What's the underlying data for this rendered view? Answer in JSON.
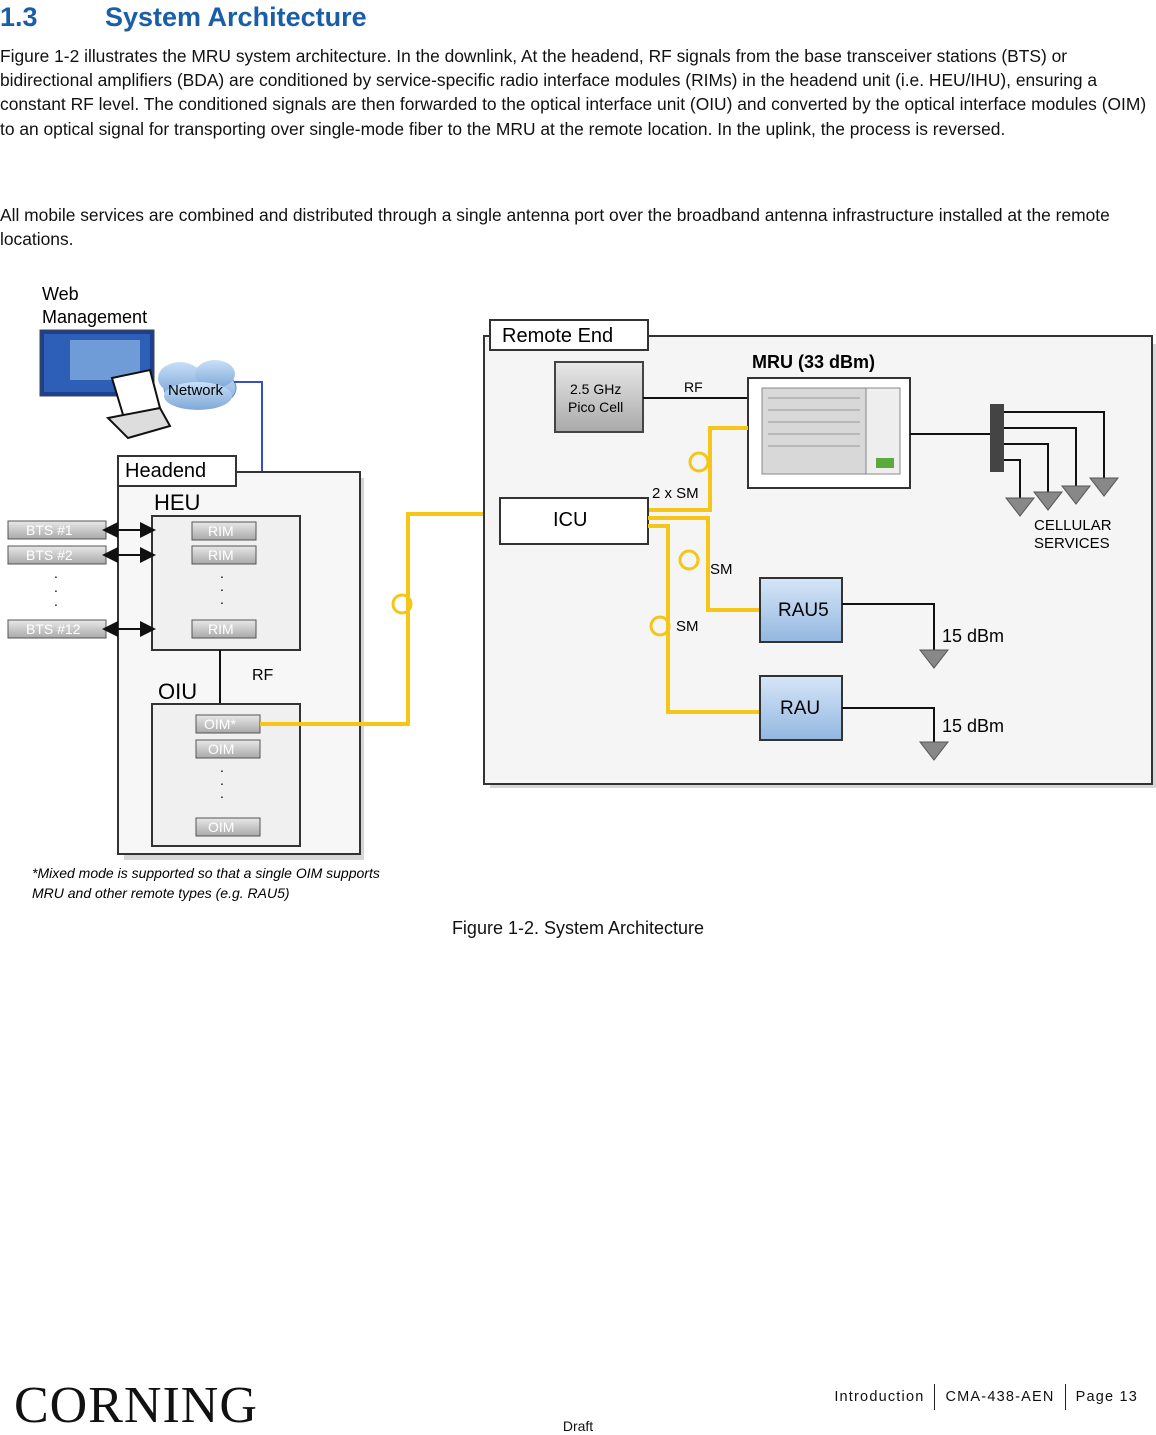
{
  "section": {
    "number": "1.3",
    "title": "System Architecture"
  },
  "paragraphs": {
    "p1": "Figure 1-2 illustrates the MRU system architecture. In the downlink, At the headend, RF signals from the base transceiver stations (BTS) or bidirectional amplifiers (BDA) are conditioned by service-specific radio interface modules (RIMs) in the headend unit (i.e. HEU/IHU), ensuring a constant RF level. The conditioned signals are then forwarded to the optical interface unit (OIU) and converted by the optical interface modules (OIM) to an optical signal for transporting over single-mode fiber to the MRU at the remote location. In the uplink, the process is reversed.",
    "p2": "All mobile services are combined and distributed through a single antenna port over the broadband antenna infrastructure installed at the remote locations."
  },
  "diagram": {
    "web_management_line1": "Web",
    "web_management_line2": "Management",
    "network": "Network",
    "headend": "Headend",
    "heu": "HEU",
    "oiu": "OIU",
    "rf_left": "RF",
    "bts1": "BTS #1",
    "bts2": "BTS #2",
    "bts12": "BTS #12",
    "rim": "RIM",
    "oim_star": "OIM*",
    "oim": "OIM",
    "remote_end": "Remote End",
    "pico_line1": "2.5 GHz",
    "pico_line2": "Pico Cell",
    "rf_right": "RF",
    "mru": "MRU (33 dBm)",
    "icu": "ICU",
    "two_sm": "2 x SM",
    "sm1": "SM",
    "sm2": "SM",
    "rau5": "RAU5",
    "rau": "RAU",
    "dbm1": "15 dBm",
    "dbm2": "15 dBm",
    "cellular1": "CELLULAR",
    "cellular2": "SERVICES",
    "note1": "*Mixed mode is supported so that a single OIM supports",
    "note2": "MRU and other remote types (e.g. RAU5)"
  },
  "caption": "Figure 1-2. System Architecture",
  "footer": {
    "logo": "CORNING",
    "section": "Introduction",
    "doc": "CMA-438-AEN",
    "page": "Page 13",
    "draft": "Draft"
  },
  "colors": {
    "heading": "#1a5ea8",
    "fiber": "#f5c518",
    "network_line": "#3a4ec8",
    "rau_fill": "#bcd6f2"
  }
}
